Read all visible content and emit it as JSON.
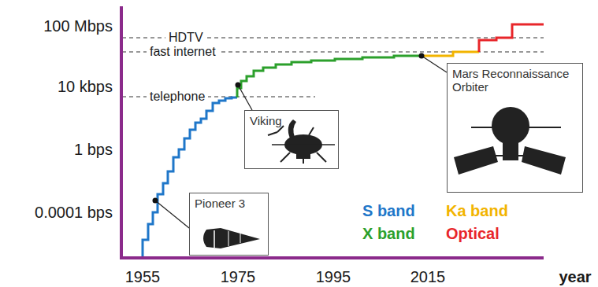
{
  "diagram": {
    "nodes": [
      {
        "text": [
          "Viking"
        ]
      },
      {
        "text": [
          "Mars Reconnaissance Orbiter"
        ]
      },
      {
        "text": [
          "Pioneer 3"
        ]
      }
    ],
    "labels": [
      "100 Mbps",
      "10 kbps",
      "1 bps",
      "0.0001 bps",
      "HDTV",
      "fast internet",
      "telephone",
      "1955",
      "1975",
      "1995",
      "2015",
      "year"
    ],
    "legend": [
      {
        "text": "S band",
        "color": "#1f77c9"
      },
      {
        "text": "Ka band",
        "color": "#f2b400"
      },
      {
        "text": "X band",
        "color": "#2ca02c"
      },
      {
        "text": "Optical",
        "color": "#e8262a"
      }
    ]
  }
}
